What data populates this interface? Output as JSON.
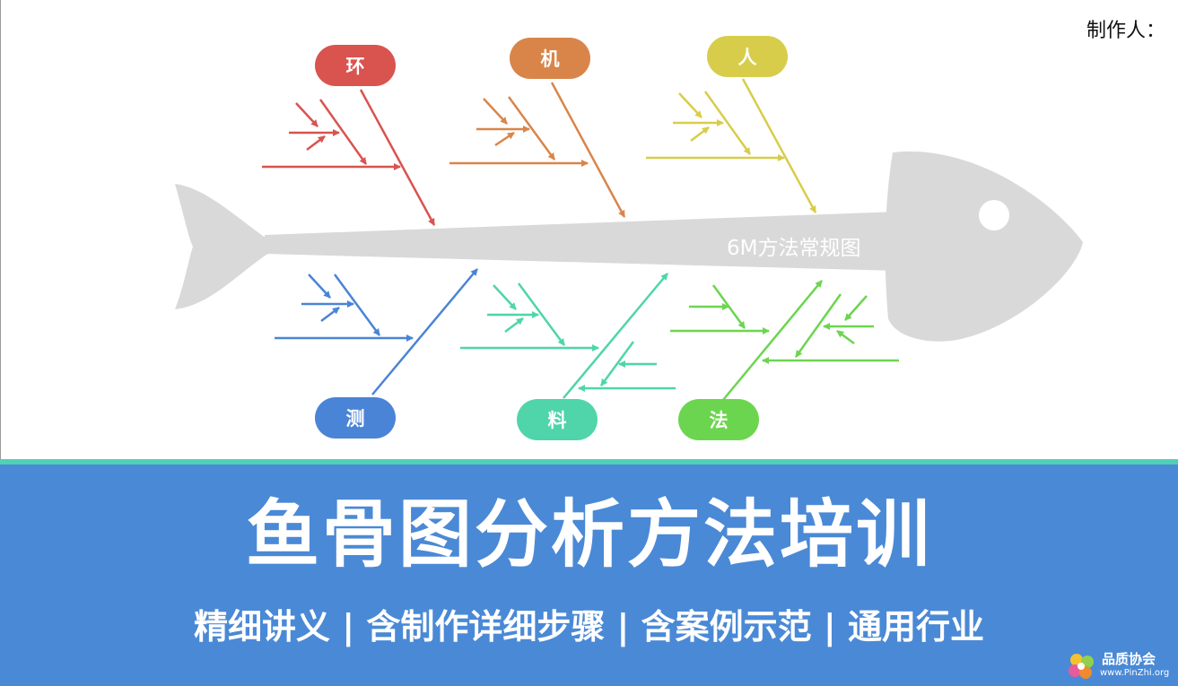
{
  "header": {
    "author_label": "制作人："
  },
  "diagram": {
    "spine_label": "6M方法常规图",
    "categories": [
      {
        "label": "环",
        "color": "#d9534f"
      },
      {
        "label": "机",
        "color": "#d9854a"
      },
      {
        "label": "人",
        "color": "#d8cd4a"
      },
      {
        "label": "测",
        "color": "#4a84d6"
      },
      {
        "label": "料",
        "color": "#4fd5a9"
      },
      {
        "label": "法",
        "color": "#6cd54f"
      }
    ],
    "fish_color": "#d9d9d9"
  },
  "banner": {
    "title": "鱼骨图分析方法培训",
    "subtitle": "精细讲义 | 含制作详细步骤 | 含案例示范 | 通用行业",
    "background": "#4a89d6",
    "stripe_color": "#4fd1b4"
  },
  "logo": {
    "name": "品质协会",
    "url": "www.PinZhi.org"
  }
}
